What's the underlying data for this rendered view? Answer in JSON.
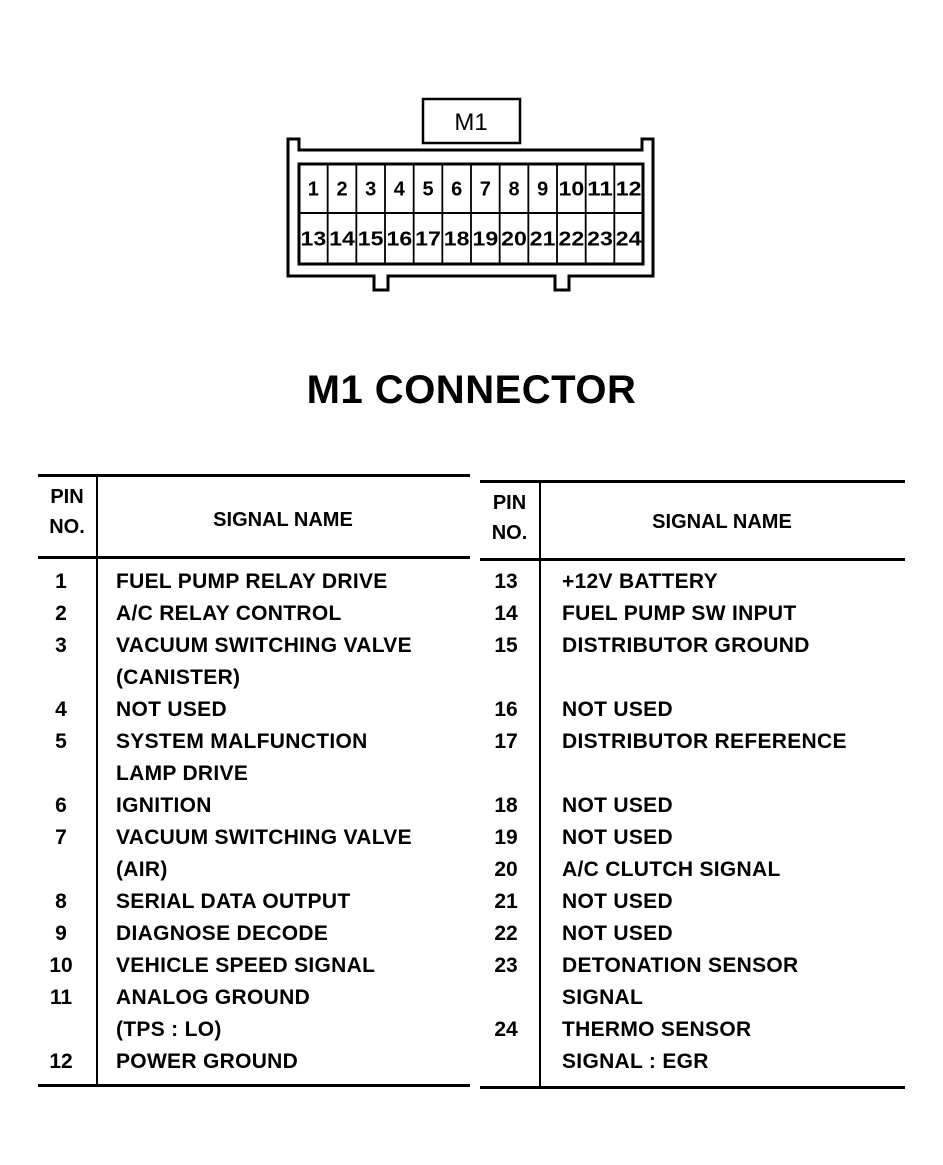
{
  "connector": {
    "label": "M1",
    "pins_top": [
      "1",
      "2",
      "3",
      "4",
      "5",
      "6",
      "7",
      "8",
      "9",
      "10",
      "11",
      "12"
    ],
    "pins_bottom": [
      "13",
      "14",
      "15",
      "16",
      "17",
      "18",
      "19",
      "20",
      "21",
      "22",
      "23",
      "24"
    ]
  },
  "title": "M1 CONNECTOR",
  "left_table": {
    "header_pin": [
      "PIN",
      "NO."
    ],
    "header_signal": "SIGNAL NAME",
    "rows": [
      {
        "pin": "1",
        "signal": "FUEL PUMP RELAY DRIVE"
      },
      {
        "pin": "2",
        "signal": "A/C RELAY CONTROL"
      },
      {
        "pin": "3",
        "signal": "VACUUM SWITCHING VALVE"
      },
      {
        "pin": "",
        "signal": "(CANISTER)"
      },
      {
        "pin": "4",
        "signal": "NOT USED"
      },
      {
        "pin": "5",
        "signal": "SYSTEM MALFUNCTION"
      },
      {
        "pin": "",
        "signal": "LAMP DRIVE"
      },
      {
        "pin": "6",
        "signal": "IGNITION"
      },
      {
        "pin": "7",
        "signal": "VACUUM SWITCHING VALVE"
      },
      {
        "pin": "",
        "signal": "(AIR)"
      },
      {
        "pin": "8",
        "signal": "SERIAL DATA OUTPUT"
      },
      {
        "pin": "9",
        "signal": "DIAGNOSE DECODE"
      },
      {
        "pin": "10",
        "signal": "VEHICLE SPEED SIGNAL"
      },
      {
        "pin": "11",
        "signal": "ANALOG GROUND"
      },
      {
        "pin": "",
        "signal": "(TPS : LO)"
      },
      {
        "pin": "12",
        "signal": "POWER GROUND"
      }
    ]
  },
  "right_table": {
    "header_pin": [
      "PIN",
      "NO."
    ],
    "header_signal": "SIGNAL NAME",
    "rows": [
      {
        "pin": "13",
        "signal": "+12V BATTERY"
      },
      {
        "pin": "14",
        "signal": "FUEL PUMP SW INPUT"
      },
      {
        "pin": "15",
        "signal": "DISTRIBUTOR GROUND"
      },
      {
        "pin": "",
        "signal": ""
      },
      {
        "pin": "16",
        "signal": "NOT USED"
      },
      {
        "pin": "17",
        "signal": "DISTRIBUTOR REFERENCE"
      },
      {
        "pin": "",
        "signal": ""
      },
      {
        "pin": "18",
        "signal": "NOT USED"
      },
      {
        "pin": "19",
        "signal": "NOT USED"
      },
      {
        "pin": "20",
        "signal": "A/C CLUTCH SIGNAL"
      },
      {
        "pin": "21",
        "signal": "NOT USED"
      },
      {
        "pin": "22",
        "signal": "NOT USED"
      },
      {
        "pin": "23",
        "signal": "DETONATION SENSOR"
      },
      {
        "pin": "",
        "signal": "SIGNAL"
      },
      {
        "pin": "24",
        "signal": "THERMO SENSOR"
      },
      {
        "pin": "",
        "signal": "SIGNAL : EGR"
      }
    ]
  }
}
